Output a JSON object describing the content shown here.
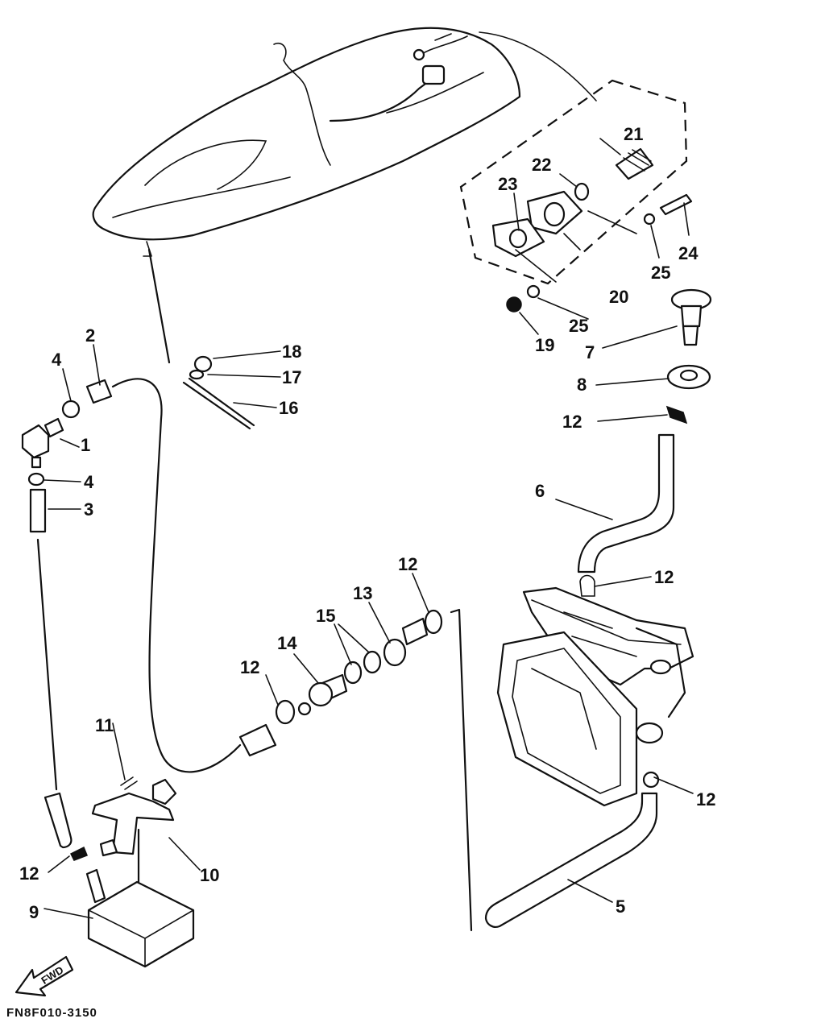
{
  "diagram": {
    "part_labels": [
      "1",
      "2",
      "3",
      "4",
      "4",
      "5",
      "6",
      "7",
      "8",
      "9",
      "10",
      "11",
      "12",
      "12",
      "12",
      "12",
      "12",
      "12",
      "13",
      "14",
      "15",
      "16",
      "17",
      "18",
      "19",
      "20",
      "21",
      "22",
      "23",
      "24",
      "25",
      "25"
    ],
    "forward_label": "FWD",
    "drawing_code": "FN8F010-3150"
  }
}
